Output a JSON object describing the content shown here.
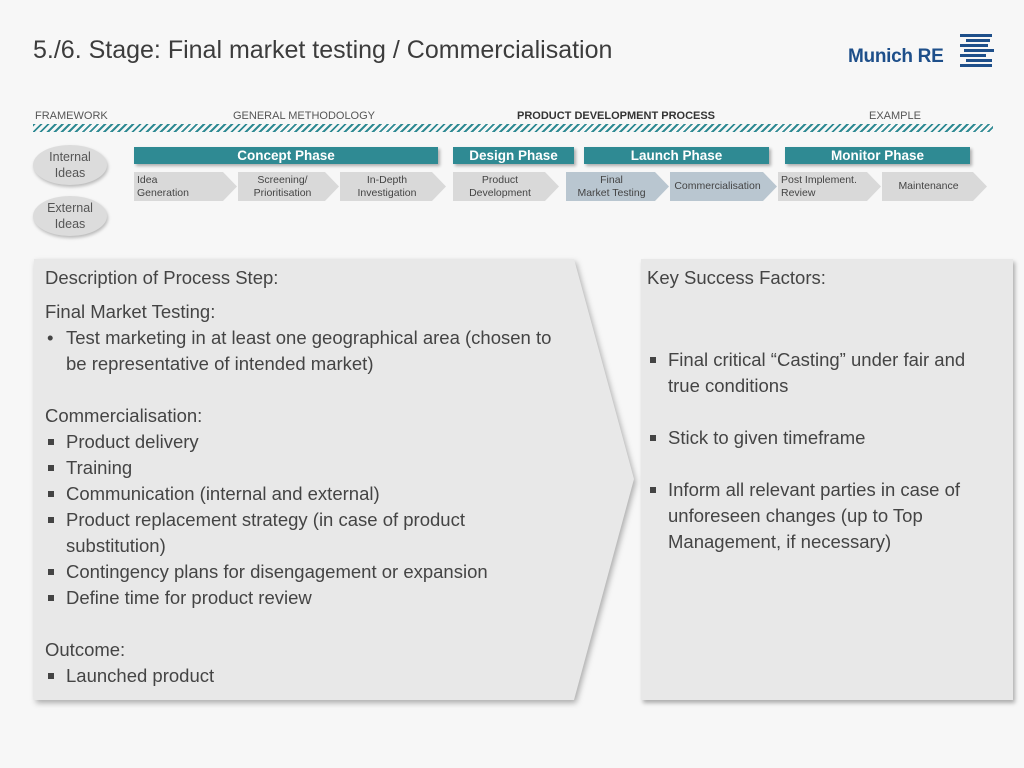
{
  "title": "5./6. Stage: Final market testing / Commercialisation",
  "logo": {
    "text": "Munich RE"
  },
  "nav": {
    "framework": "FRAMEWORK",
    "methodology": "GENERAL METHODOLOGY",
    "process": "PRODUCT DEVELOPMENT PROCESS",
    "example": "EXAMPLE"
  },
  "ideas": {
    "internal": "Internal\nIdeas",
    "external": "External\nIdeas"
  },
  "phases": {
    "concept": "Concept Phase",
    "design": "Design Phase",
    "launch": "Launch Phase",
    "monitor": "Monitor Phase"
  },
  "steps": {
    "idea": "Idea\nGeneration",
    "screening": "Screening/\nPrioritisation",
    "indepth": "In-Depth\nInvestigation",
    "product": "Product\nDevelopment",
    "final": "Final\nMarket Testing",
    "commercialisation": "Commercialisation",
    "post": "Post Implement.\nReview",
    "maintenance": "Maintenance"
  },
  "left_panel": {
    "heading": "Description of Process Step:",
    "final_heading": "Final Market Testing:",
    "final_items": [
      "Test marketing in at least one geographical area (chosen to be representative of intended market)"
    ],
    "comm_heading": "Commercialisation:",
    "comm_items": [
      "Product delivery",
      "Training",
      "Communication (internal and external)",
      "Product replacement strategy (in case of product substitution)",
      "Contingency plans for disengagement or expansion",
      "Define time for product review"
    ],
    "outcome_heading": "Outcome:",
    "outcome_items": [
      "Launched product"
    ]
  },
  "right_panel": {
    "heading": "Key Success Factors:",
    "items": [
      "Final critical “Casting” under fair and true conditions",
      "Stick to given timeframe",
      "Inform all relevant parties in case of unforeseen changes (up to Top Management, if necessary)"
    ]
  },
  "colors": {
    "accent": "#2f8a93",
    "brand": "#1e4f8a",
    "highlight_step": "#b9c6d0"
  }
}
